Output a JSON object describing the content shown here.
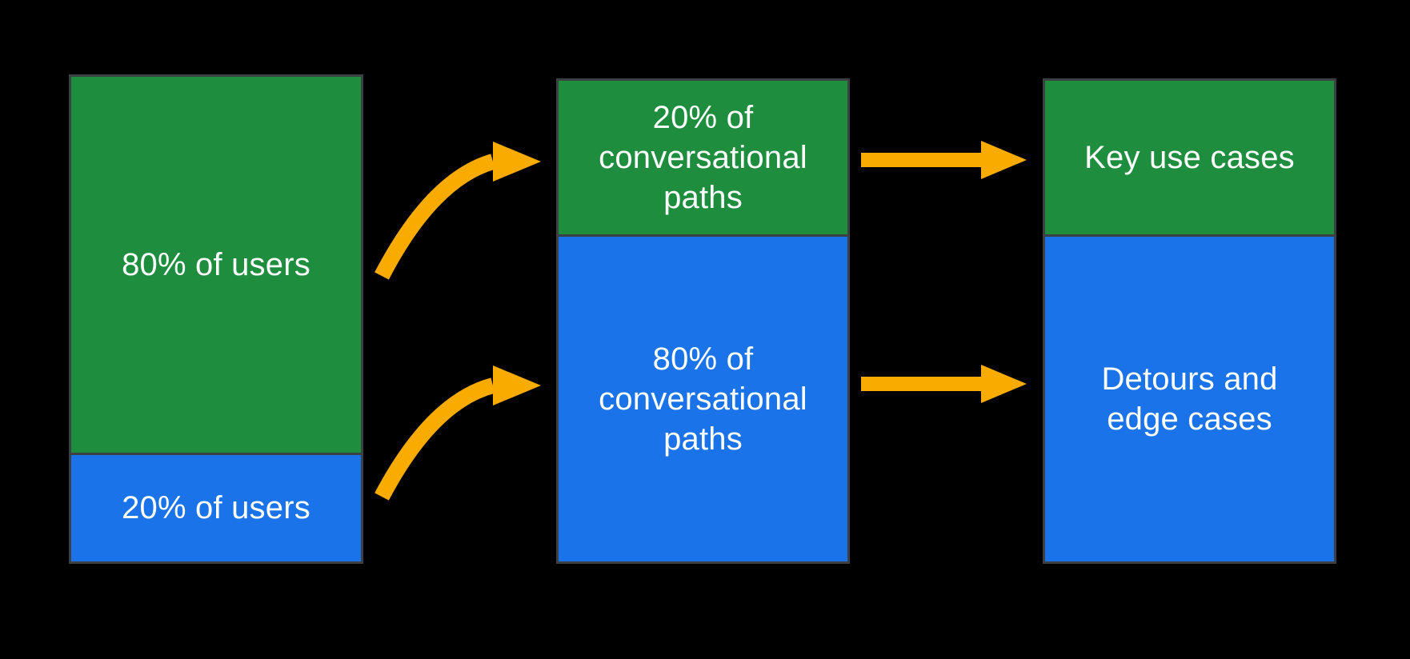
{
  "diagram": {
    "description": "80/20 flow diagram: users to conversational paths to outcomes",
    "colors": {
      "green": "#1E8E3E",
      "blue": "#1A73E8",
      "arrow": "#F9AB00",
      "border": "#3C4043",
      "background": "#000000",
      "text": "#FFFFFF"
    },
    "columns": [
      {
        "id": "users",
        "segments": [
          {
            "label": "80% of users",
            "color_name": "green",
            "height_pct": 77.5
          },
          {
            "label": "20% of users",
            "color_name": "blue",
            "height_pct": 22.5
          }
        ]
      },
      {
        "id": "conversational-paths",
        "segments": [
          {
            "label": "20% of\nconversational\npaths",
            "color_name": "green",
            "height_pct": 32
          },
          {
            "label": "80% of\nconversational\npaths",
            "color_name": "blue",
            "height_pct": 68
          }
        ]
      },
      {
        "id": "outcomes",
        "segments": [
          {
            "label": "Key use cases",
            "color_name": "green",
            "height_pct": 32
          },
          {
            "label": "Detours and\nedge cases",
            "color_name": "blue",
            "height_pct": 68
          }
        ]
      }
    ],
    "arrows": [
      {
        "id": "users-majority-to-minority-paths",
        "type": "curved",
        "direction": "right-up"
      },
      {
        "id": "users-minority-to-majority-paths",
        "type": "curved",
        "direction": "right-up"
      },
      {
        "id": "minority-paths-to-key-use-cases",
        "type": "straight",
        "direction": "right"
      },
      {
        "id": "majority-paths-to-detours",
        "type": "straight",
        "direction": "right"
      }
    ]
  }
}
